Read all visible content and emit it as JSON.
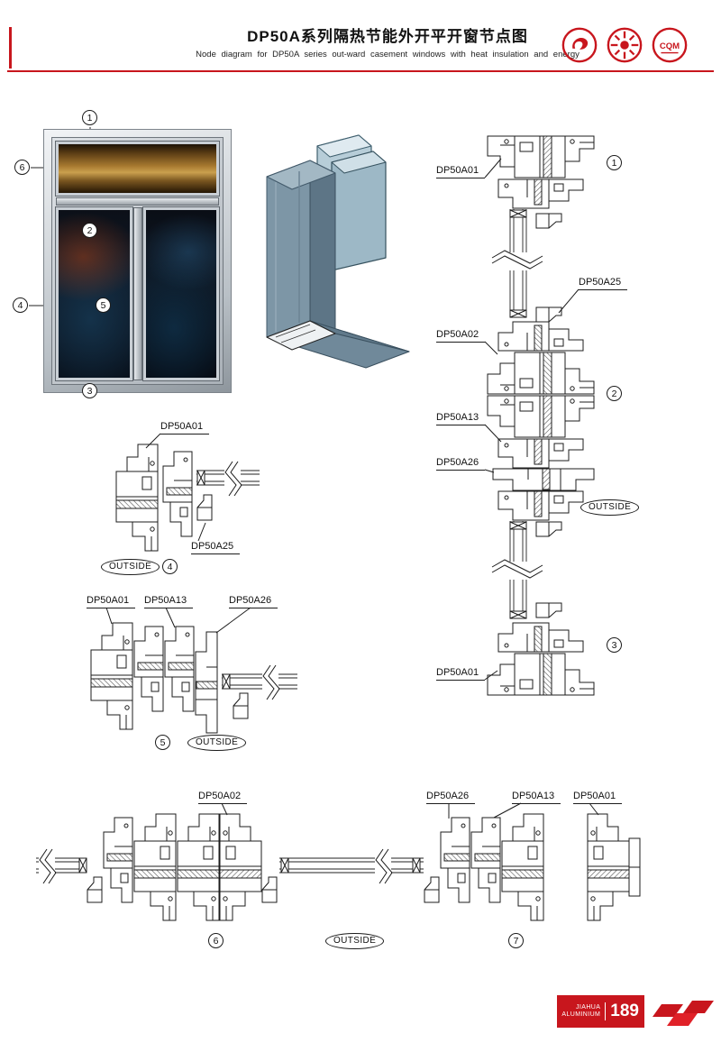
{
  "header": {
    "title": "DP50A系列隔热节能外开平开窗节点图",
    "subtitle": "Node diagram for DP50A series out-ward casement windows with heat insulation and energy",
    "cqm_text": "CQM"
  },
  "window_preview": {
    "callouts": {
      "c1": "1",
      "c2": "2",
      "c3": "3",
      "c4": "4",
      "c5": "5",
      "c6": "6"
    }
  },
  "vertical_section": {
    "labels": {
      "top_frame": "DP50A01",
      "glazing_bead": "DP50A25",
      "transom": "DP50A02",
      "mullion": "DP50A13",
      "adapter": "DP50A26",
      "bottom_frame": "DP50A01"
    },
    "callouts": {
      "n1": "1",
      "n2": "2",
      "n3": "3"
    },
    "outside_label": "OUTSIDE"
  },
  "detail_4": {
    "labels": {
      "frame": "DP50A01",
      "glazing_bead": "DP50A25"
    },
    "callout": "4",
    "outside_label": "OUTSIDE"
  },
  "detail_5": {
    "labels": {
      "frame": "DP50A01",
      "mullion": "DP50A13",
      "adapter": "DP50A26"
    },
    "callout": "5",
    "outside_label": "OUTSIDE"
  },
  "horizontal_section": {
    "labels": {
      "transom": "DP50A02",
      "adapter": "DP50A26",
      "mullion": "DP50A13",
      "frame": "DP50A01"
    },
    "callouts": {
      "n6": "6",
      "n7": "7"
    },
    "outside_label": "OUTSIDE"
  },
  "footer": {
    "brand_line1": "JIAHUA",
    "brand_line2": "ALUMINIUM",
    "page_number": "189"
  },
  "colors": {
    "accent_red": "#c8161d",
    "line": "#1c1c1c"
  }
}
